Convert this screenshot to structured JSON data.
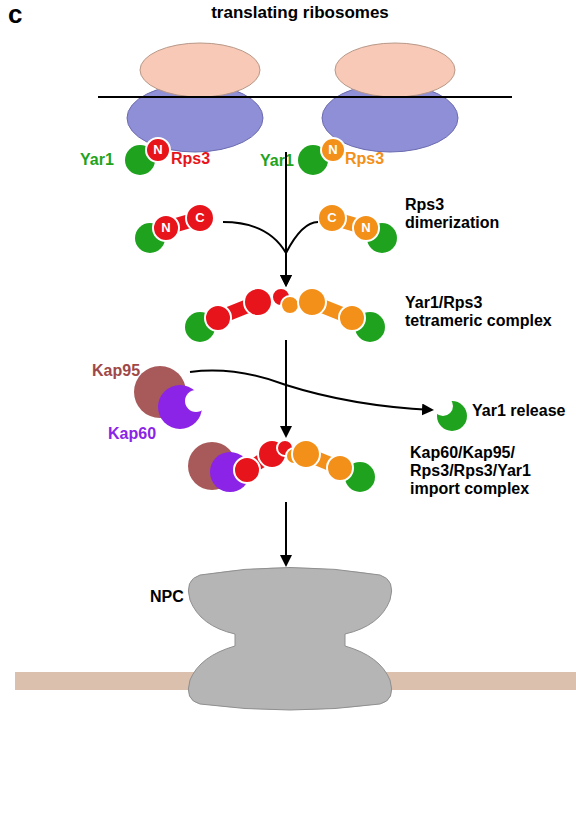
{
  "diagram": {
    "title": "translating ribosomes",
    "nodes": [
      {
        "text": [
          "Yar1"
        ]
      },
      {
        "text": [
          "N",
          "Rps3"
        ]
      },
      {
        "text": [
          "Yar1"
        ]
      },
      {
        "text": [
          "N",
          "Rps3"
        ]
      },
      {
        "text": [
          "N",
          "C"
        ]
      },
      {
        "text": [
          "C",
          "N"
        ]
      },
      {
        "text": [
          "Yar1/Rps3 tetrameric complex"
        ]
      },
      {
        "text": [
          "Kap95"
        ]
      },
      {
        "text": [
          "Kap60"
        ]
      },
      {
        "text": [
          "Yar1 release"
        ]
      },
      {
        "text": [
          "Kap60/Kap95/ Rps3/Rps3/Yar1 import complex"
        ]
      },
      {
        "text": [
          "NPC"
        ]
      }
    ],
    "edges": [
      {
        "from": 4,
        "to": 6,
        "arrow": "to"
      },
      {
        "from": 5,
        "to": 6,
        "arrow": "to"
      },
      {
        "from": 6,
        "to": 10,
        "arrow": "to"
      },
      {
        "from": 7,
        "to": 9,
        "arrow": "to"
      },
      {
        "from": 10,
        "to": 11,
        "arrow": "to"
      }
    ],
    "labels": [
      "c",
      "Rps3 dimerization"
    ]
  }
}
